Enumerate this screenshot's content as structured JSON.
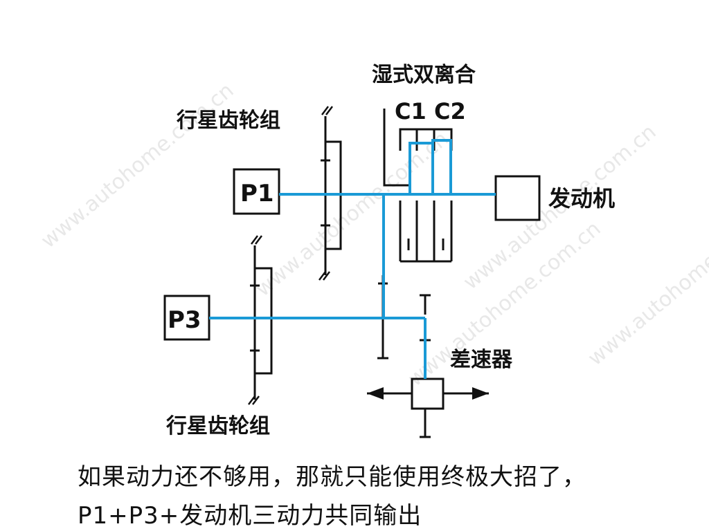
{
  "diagram": {
    "clutch_title": "湿式双离合",
    "clutch_c1": "C1",
    "clutch_c2": "C2",
    "planetary_top": "行星齿轮组",
    "planetary_bottom": "行星齿轮组",
    "motor_p1": "P1",
    "motor_p3": "P3",
    "engine": "发动机",
    "differential": "差速器",
    "watermark": "www.autohome.com.cn"
  },
  "caption": {
    "line1": "如果动力还不够用，那就只能使用终极大招了，",
    "line2": "P1+P3+发动机三动力共同输出"
  },
  "colors": {
    "power_flow": "#1a9ad6",
    "line": "#111111",
    "watermark": "#e6e6e6"
  }
}
